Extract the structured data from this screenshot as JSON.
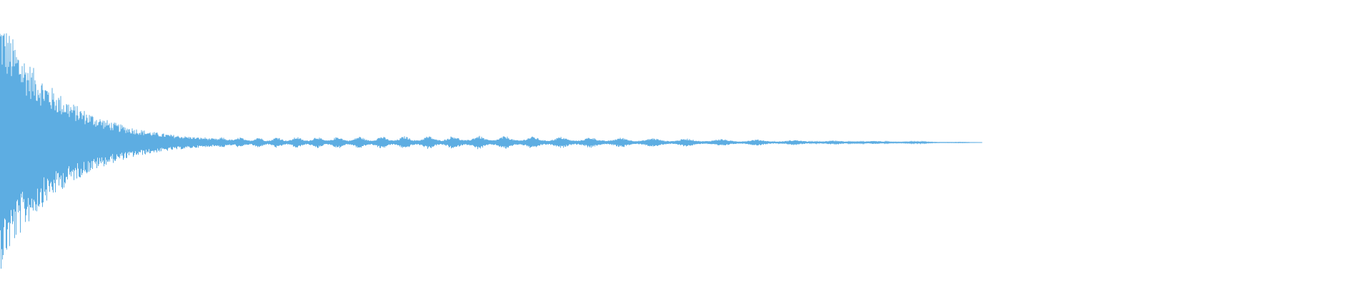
{
  "waveform": {
    "color": "#5dade2",
    "background": "#ffffff",
    "envelope": {
      "peak_amplitude": 0.95,
      "impulse_decay": 0.045,
      "ring_level": 0.05,
      "ring_peak_fraction": 0.35,
      "end_fraction": 0.716
    }
  }
}
